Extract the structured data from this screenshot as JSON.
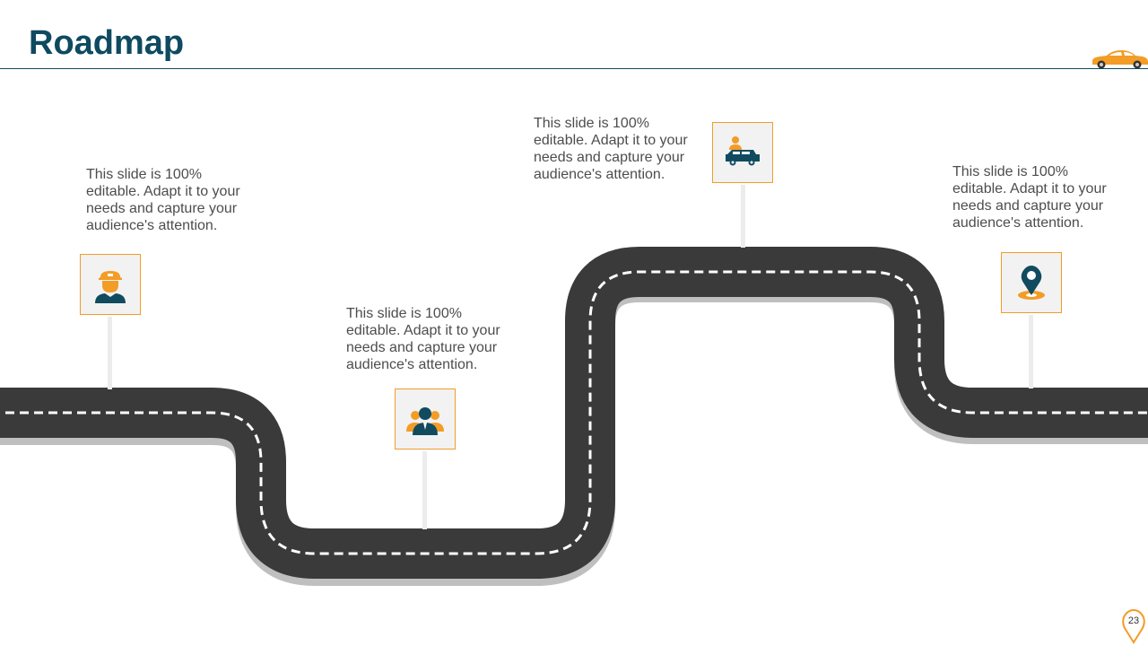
{
  "slide": {
    "title": "Roadmap",
    "page_number": "23"
  },
  "colors": {
    "title": "#0e4a60",
    "accent_orange": "#f39c26",
    "road": "#3a3a3a",
    "road_shadow": "#bfbfbf",
    "body_text": "#4d4d4d",
    "icon_teal": "#114b5f"
  },
  "milestones": [
    {
      "text": "This slide is 100% editable. Adapt it to your needs and capture your audience's attention.",
      "icon": "driver-icon"
    },
    {
      "text": "This slide is 100% editable. Adapt it to your needs and capture your audience's attention.",
      "icon": "team-icon"
    },
    {
      "text": "This slide is 100% editable. Adapt it to your needs and capture your audience's attention.",
      "icon": "suv-icon"
    },
    {
      "text": "This slide is 100% editable. Adapt it to your needs and capture your audience's attention.",
      "icon": "location-pin-icon"
    }
  ]
}
